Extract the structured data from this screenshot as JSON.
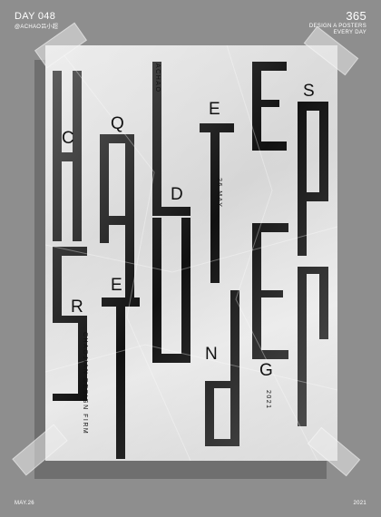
{
  "header": {
    "day": "DAY 048",
    "handle": "@ACHAO吕小超",
    "count": "365",
    "tagline_1": "DESIGN A POSTERS",
    "tagline_2": "EVERY DAY"
  },
  "footer": {
    "date": "MAY.26",
    "year": "2021"
  },
  "poster": {
    "letters": [
      "C",
      "Q",
      "E",
      "S",
      "D",
      "R",
      "E",
      "N",
      "G"
    ],
    "vertical_text": {
      "name": "ACHAO",
      "date": "26 MAY",
      "firm": "CHAOJIAN DESIGN FIRM",
      "year": "2021"
    }
  }
}
